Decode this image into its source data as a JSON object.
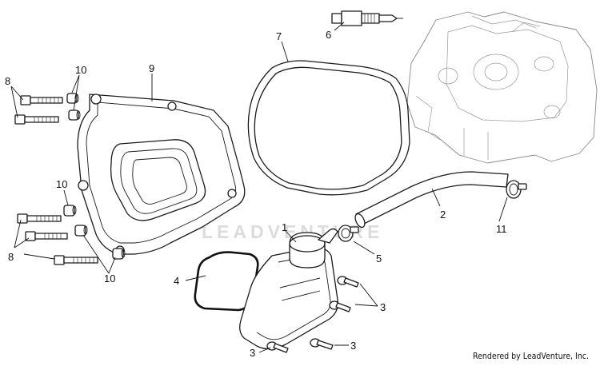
{
  "diagram": {
    "callouts": {
      "c1": "1",
      "c2": "2",
      "c3a": "3",
      "c3b": "3",
      "c3c": "3",
      "c4": "4",
      "c5": "5",
      "c6": "6",
      "c7": "7",
      "c8a": "8",
      "c8b": "8",
      "c9": "9",
      "c10a": "10",
      "c10b": "10",
      "c10c": "10",
      "c11": "11"
    },
    "watermark": "LEADVENTURE",
    "credit": "Rendered by LeadVenture, Inc."
  },
  "colors": {
    "line": "#1a1a1a",
    "ghost": "#888888",
    "watermark": "#d9d9d9"
  }
}
